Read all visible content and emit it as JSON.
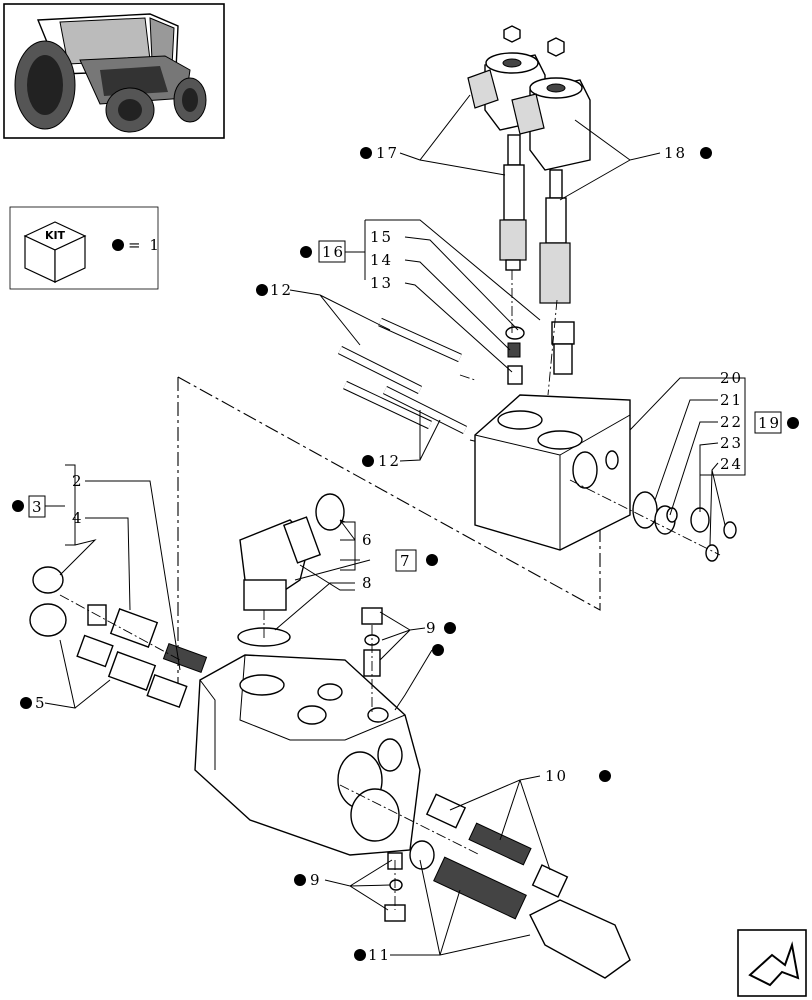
{
  "kit": {
    "label": "KIT",
    "legend_eq": "= 1"
  },
  "callouts": [
    {
      "id": "c17",
      "text": "17"
    },
    {
      "id": "c18",
      "text": "18"
    },
    {
      "id": "c16",
      "text": "16"
    },
    {
      "id": "c15",
      "text": "15"
    },
    {
      "id": "c14",
      "text": "14"
    },
    {
      "id": "c13",
      "text": "13"
    },
    {
      "id": "c12a",
      "text": "12"
    },
    {
      "id": "c12b",
      "text": "12"
    },
    {
      "id": "c20",
      "text": "20"
    },
    {
      "id": "c21",
      "text": "21"
    },
    {
      "id": "c22",
      "text": "22"
    },
    {
      "id": "c23",
      "text": "23"
    },
    {
      "id": "c24",
      "text": "24"
    },
    {
      "id": "c19",
      "text": "19"
    },
    {
      "id": "c2",
      "text": "2"
    },
    {
      "id": "c3",
      "text": "3"
    },
    {
      "id": "c4",
      "text": "4"
    },
    {
      "id": "c5",
      "text": "5"
    },
    {
      "id": "c6",
      "text": "6"
    },
    {
      "id": "c7",
      "text": "7"
    },
    {
      "id": "c8",
      "text": "8"
    },
    {
      "id": "c9a",
      "text": "9"
    },
    {
      "id": "c9b",
      "text": "9"
    },
    {
      "id": "c10",
      "text": "10"
    },
    {
      "id": "c11",
      "text": "11"
    }
  ],
  "icons": {
    "tractor_thumbnail": "tractor-icon",
    "kit_box": "kit-box-icon",
    "navigation": "next-page-arrow-icon"
  }
}
